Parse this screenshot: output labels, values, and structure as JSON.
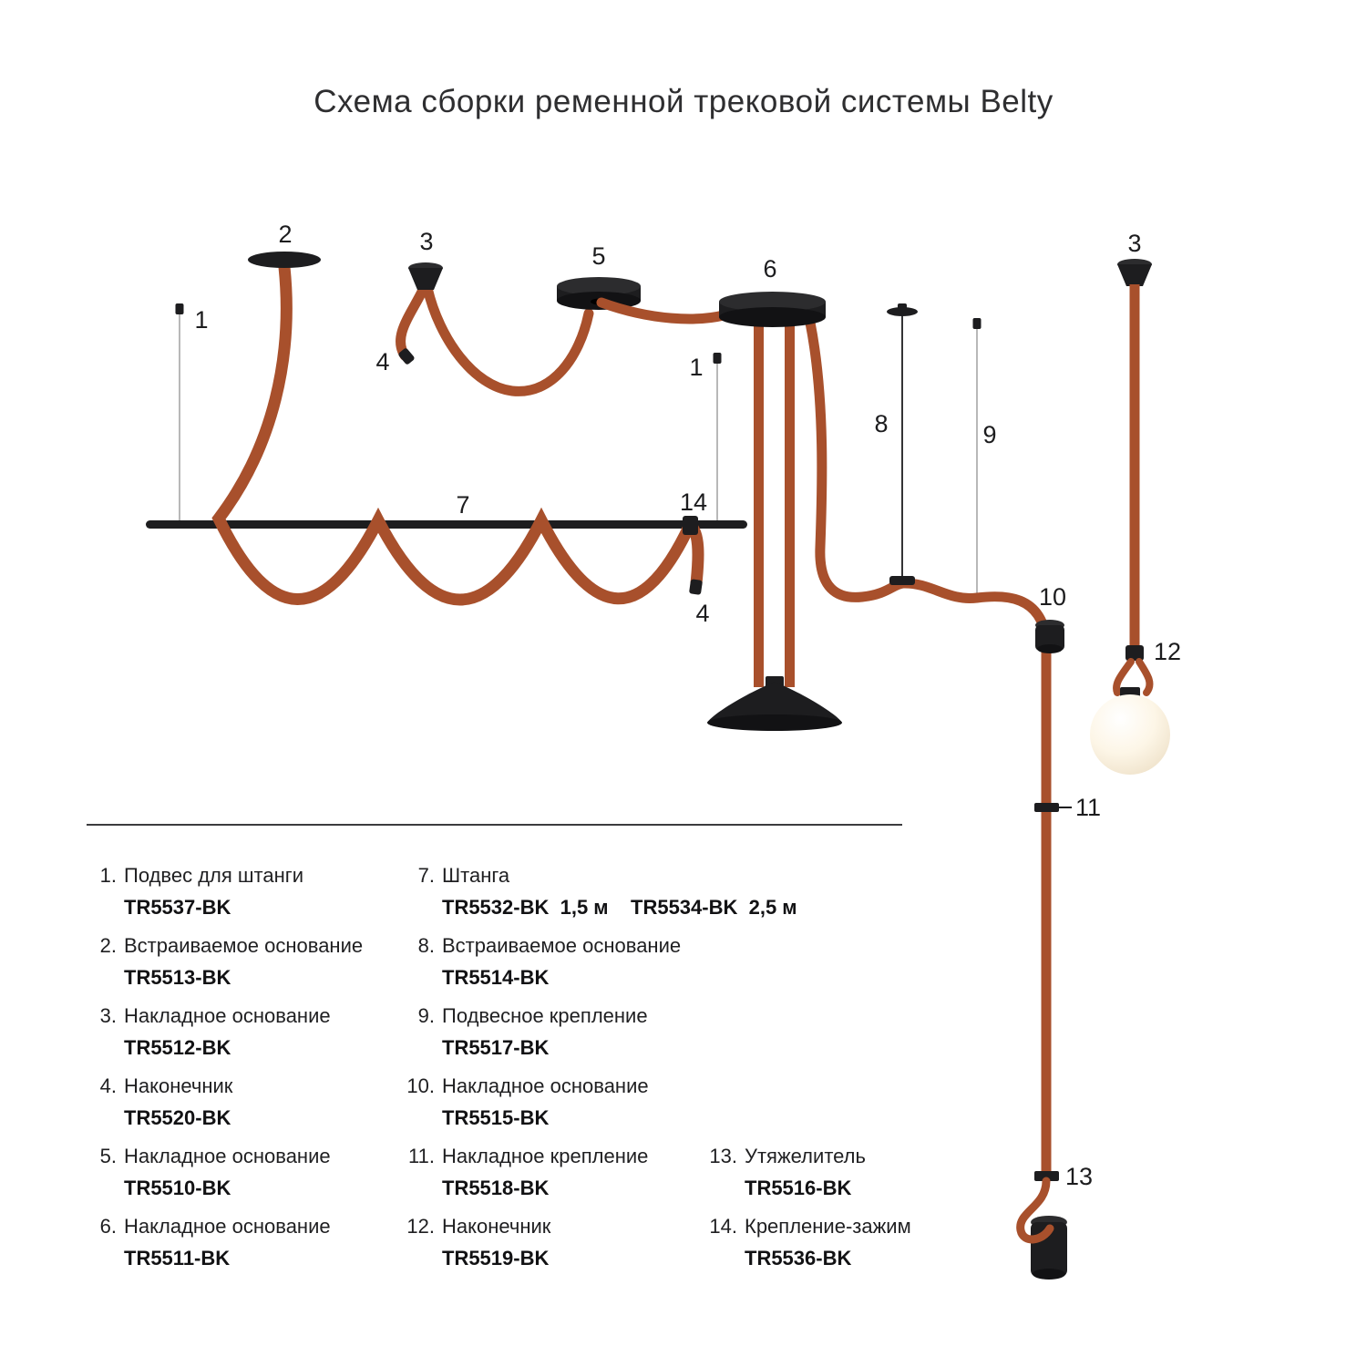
{
  "title": "Схема сборки ременной трековой системы Belty",
  "colors": {
    "belt": "#A8502C",
    "metal": "#1D1D1F",
    "wire": "#9A9A9A",
    "bulb_glow": "#FFF9EC"
  },
  "diagram": {
    "labels": {
      "n1": "1",
      "n2": "2",
      "n3": "3",
      "n4": "4",
      "n5": "5",
      "n6": "6",
      "n7": "7",
      "n8": "8",
      "n9": "9",
      "n10": "10",
      "n11": "11",
      "n12": "12",
      "n13": "13",
      "n14": "14"
    }
  },
  "legend": {
    "col1": [
      {
        "num": "1.",
        "name": "Подвес для штанги",
        "code": "TR5537-BK"
      },
      {
        "num": "2.",
        "name": "Встраиваемое основание",
        "code": "TR5513-BK"
      },
      {
        "num": "3.",
        "name": "Накладное основание",
        "code": "TR5512-BK"
      },
      {
        "num": "4.",
        "name": "Наконечник",
        "code": "TR5520-BK"
      },
      {
        "num": "5.",
        "name": "Накладное основание",
        "code": "TR5510-BK"
      },
      {
        "num": "6.",
        "name": "Накладное основание",
        "code": "TR5511-BK"
      }
    ],
    "col2": [
      {
        "num": "7.",
        "name": "Штанга",
        "code": "TR5532-BK  1,5 м    TR5534-BK  2,5 м"
      },
      {
        "num": "8.",
        "name": "Встраиваемое основание",
        "code": "TR5514-BK"
      },
      {
        "num": "9.",
        "name": "Подвесное крепление",
        "code": "TR5517-BK"
      },
      {
        "num": "10.",
        "name": "Накладное основание",
        "code": "TR5515-BK"
      },
      {
        "num": "11.",
        "name": "Накладное крепление",
        "code": "TR5518-BK"
      },
      {
        "num": "12.",
        "name": "Наконечник",
        "code": "TR5519-BK"
      }
    ],
    "col3": [
      {
        "num": "13.",
        "name": "Утяжелитель",
        "code": "TR5516-BK"
      },
      {
        "num": "14.",
        "name": "Крепление-зажим",
        "code": "TR5536-BK"
      }
    ]
  }
}
